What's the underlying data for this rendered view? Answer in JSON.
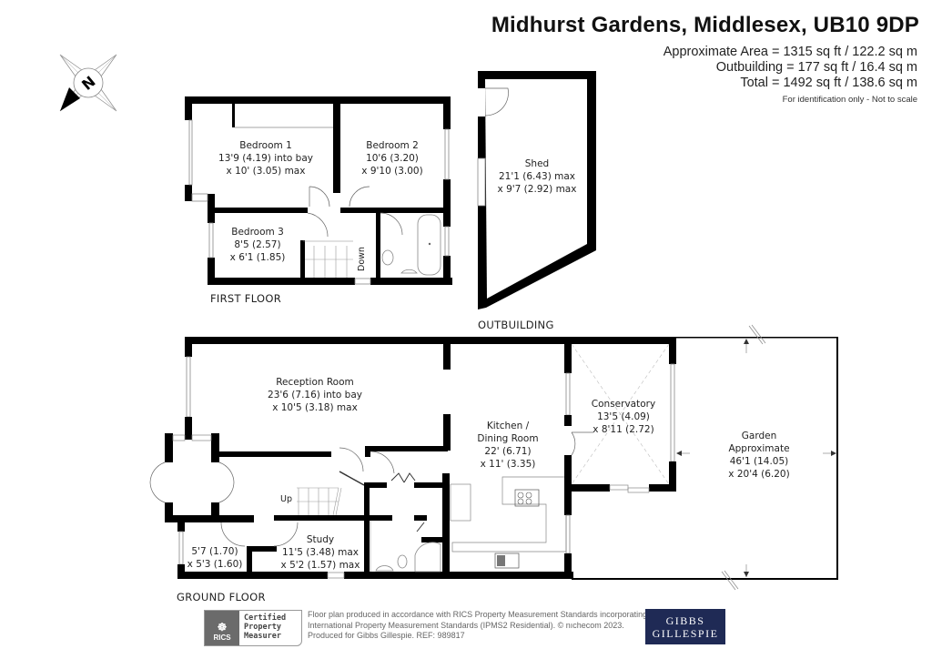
{
  "header": {
    "title": "Midhurst Gardens, Middlesex, UB10 9DP",
    "area_lines": [
      "Approximate Area = 1315 sq ft / 122.2 sq m",
      "Outbuilding = 177 sq ft / 16.4 sq m",
      "Total = 1492 sq ft / 138.6 sq m"
    ],
    "disclaimer": "For identification only - Not to scale"
  },
  "compass": {
    "icon": "compass-north-icon",
    "label": "N"
  },
  "first_floor": {
    "label": "FIRST FLOOR",
    "stairs_label": "Down",
    "rooms": [
      {
        "name": "Bedroom 1",
        "dim1": "13'9 (4.19) into bay",
        "dim2": "x 10' (3.05) max"
      },
      {
        "name": "Bedroom 2",
        "dim1": "10'6 (3.20)",
        "dim2": "x 9'10 (3.00)"
      },
      {
        "name": "Bedroom 3",
        "dim1": "8'5 (2.57)",
        "dim2": "x 6'1 (1.85)"
      }
    ]
  },
  "outbuilding": {
    "label": "OUTBUILDING",
    "rooms": [
      {
        "name": "Shed",
        "dim1": "21'1 (6.43) max",
        "dim2": "x 9'7 (2.92) max"
      }
    ]
  },
  "ground_floor": {
    "label": "GROUND FLOOR",
    "stairs_label": "Up",
    "rooms": [
      {
        "name": "Reception Room",
        "dim1": "23'6 (7.16) into bay",
        "dim2": "x 10'5 (3.18) max"
      },
      {
        "name": "Kitchen /",
        "dim1": "Dining Room",
        "dim2": "22' (6.71)",
        "dim3": "x 11' (3.35)"
      },
      {
        "name": "Conservatory",
        "dim1": "13'5 (4.09)",
        "dim2": "x 8'11 (2.72)"
      },
      {
        "name": "Garden",
        "dim1": "Approximate",
        "dim2": "46'1 (14.05)",
        "dim3": "x 20'4 (6.20)"
      },
      {
        "name": "",
        "dim1": "5'7 (1.70)",
        "dim2": "x 5'3 (1.60)"
      },
      {
        "name": "Study",
        "dim1": "11'5 (3.48) max",
        "dim2": "x 5'2 (1.57) max"
      }
    ]
  },
  "footer": {
    "rics_badge": {
      "logo_text": "RICS",
      "lines": [
        "Certified",
        "Property",
        "Measurer"
      ]
    },
    "text_lines": [
      "Floor plan produced in accordance with RICS Property Measurement Standards incorporating",
      "International Property Measurement Standards (IPMS2 Residential).   © nıchecom 2023.",
      "Produced for Gibbs Gillespie.    REF:  989817"
    ],
    "brand": {
      "line1": "GIBBS",
      "line2": "GILLESPIE",
      "bg_color": "#1f2a55"
    }
  },
  "colors": {
    "wall": "#000000",
    "line": "#888888",
    "text": "#222222"
  }
}
